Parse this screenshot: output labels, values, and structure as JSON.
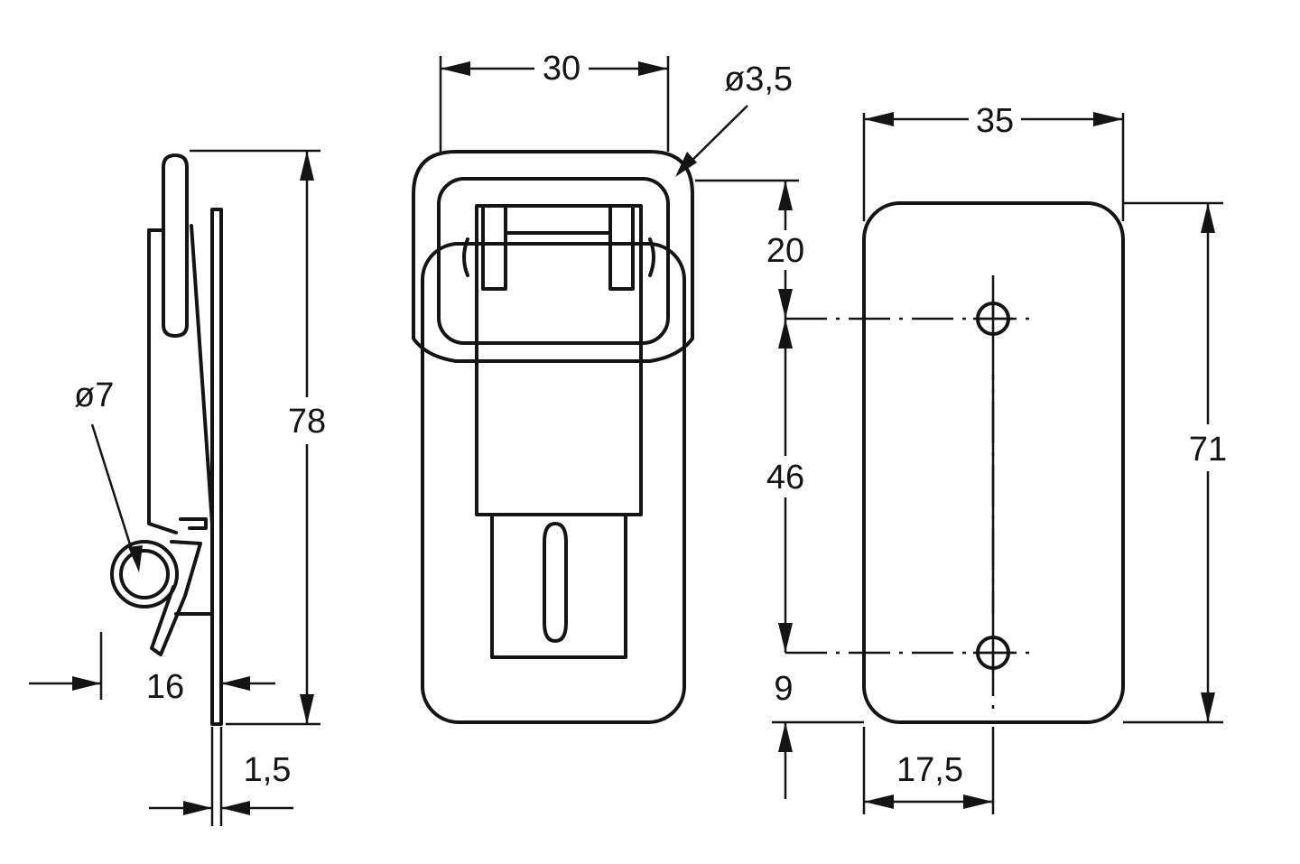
{
  "drawing": {
    "side_view": {
      "pin_diameter": "ø7",
      "overall_height": "78",
      "depth": "16",
      "plate_thickness": "1,5"
    },
    "front_view": {
      "width": "30",
      "hole_diameter": "ø3,5"
    },
    "plate_view": {
      "width": "35",
      "height": "71",
      "top_offset": "20",
      "hole_spacing": "46",
      "bottom_offset": "9",
      "half_width": "17,5"
    }
  }
}
